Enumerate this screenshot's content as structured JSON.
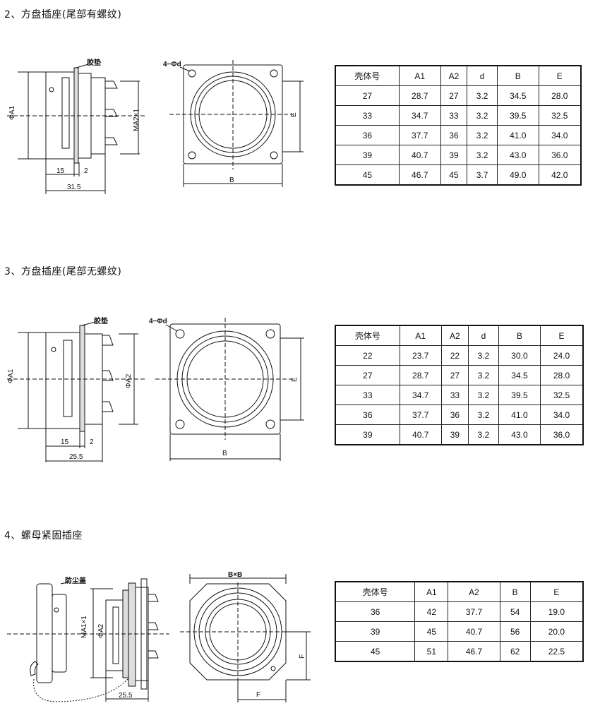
{
  "sections": [
    {
      "title": "2、方盘插座(尾部有螺纹)",
      "labels": {
        "gasket": "胶垫",
        "holes": "4−Φd",
        "dia_a1": "ΦA1",
        "thread": "MA2×1",
        "e": "E",
        "b": "B",
        "d15": "15",
        "d2": "2",
        "d_total": "31.5"
      },
      "table": {
        "headers": [
          "壳体号",
          "A1",
          "A2",
          "d",
          "B",
          "E"
        ],
        "rows": [
          [
            "27",
            "28.7",
            "27",
            "3.2",
            "34.5",
            "28.0"
          ],
          [
            "33",
            "34.7",
            "33",
            "3.2",
            "39.5",
            "32.5"
          ],
          [
            "36",
            "37.7",
            "36",
            "3.2",
            "41.0",
            "34.0"
          ],
          [
            "39",
            "40.7",
            "39",
            "3.2",
            "43.0",
            "36.0"
          ],
          [
            "45",
            "46.7",
            "45",
            "3.7",
            "49.0",
            "42.0"
          ]
        ]
      }
    },
    {
      "title": "3、方盘插座(尾部无螺纹)",
      "labels": {
        "gasket": "胶垫",
        "holes": "4−Φd",
        "dia_a1": "ΦA1",
        "dia_a2": "ΦA2",
        "e": "E",
        "b": "B",
        "d15": "15",
        "d2": "2",
        "d_total": "25.5"
      },
      "table": {
        "headers": [
          "壳体号",
          "A1",
          "A2",
          "d",
          "B",
          "E"
        ],
        "rows": [
          [
            "22",
            "23.7",
            "22",
            "3.2",
            "30.0",
            "24.0"
          ],
          [
            "27",
            "28.7",
            "27",
            "3.2",
            "34.5",
            "28.0"
          ],
          [
            "33",
            "34.7",
            "33",
            "3.2",
            "39.5",
            "32.5"
          ],
          [
            "36",
            "37.7",
            "36",
            "3.2",
            "41.0",
            "34.0"
          ],
          [
            "39",
            "40.7",
            "39",
            "3.2",
            "43.0",
            "36.0"
          ]
        ]
      }
    },
    {
      "title": "4、螺母紧固插座",
      "labels": {
        "dust_cap": "防尘盖",
        "bxb": "B×B",
        "thread": "MA1×1",
        "dia_a2": "ΦA2",
        "f": "F",
        "f2": "F",
        "d_total": "25.5"
      },
      "table": {
        "headers": [
          "壳体号",
          "A1",
          "A2",
          "B",
          "E"
        ],
        "rows": [
          [
            "36",
            "42",
            "37.7",
            "54",
            "19.0"
          ],
          [
            "39",
            "45",
            "40.7",
            "56",
            "20.0"
          ],
          [
            "45",
            "51",
            "46.7",
            "62",
            "22.5"
          ]
        ]
      }
    }
  ]
}
